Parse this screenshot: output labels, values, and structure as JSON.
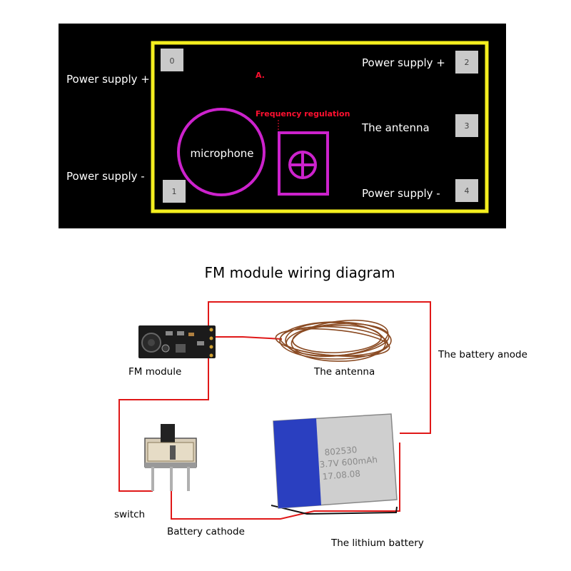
{
  "pinout": {
    "left_top_label": "Power supply +",
    "left_bottom_label": "Power supply -",
    "right_top_label": "Power supply +",
    "right_middle_label": "The antenna",
    "right_bottom_label": "Power supply -",
    "pins": [
      "0",
      "1",
      "2",
      "3",
      "4"
    ],
    "marker_a": "A.",
    "frequency_label": "Frequency regulation",
    "microphone_label": "microphone",
    "colors": {
      "board": "#000000",
      "outline": "#f4ee1e",
      "component": "#cc22cc",
      "annotation": "#ff1030",
      "pin_pad": "#c9c9c9"
    }
  },
  "wiring": {
    "title": "FM module wiring diagram",
    "fm_module_label": "FM module",
    "antenna_label": "The antenna",
    "battery_anode_label": "The battery anode",
    "switch_label": "switch",
    "battery_cathode_label": "Battery cathode",
    "lithium_battery_label": "The lithium battery",
    "battery_print": [
      "802530",
      "3.7V 600mAh",
      "17.08.08"
    ],
    "colors": {
      "wire": "#e01818",
      "antenna_wire": "#8a4a22",
      "battery_wrap": "#2a3fc0",
      "battery_body": "#cfcfcf"
    }
  }
}
